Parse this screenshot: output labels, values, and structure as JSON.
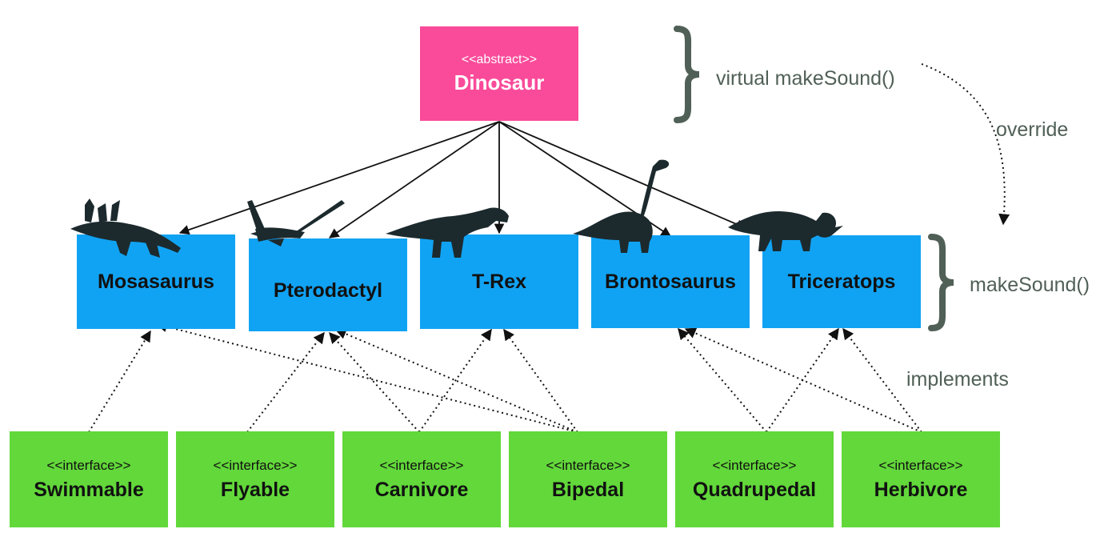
{
  "abstract_class": {
    "stereotype": "<<abstract>>",
    "name": "Dinosaur"
  },
  "classes": [
    "Mosasaurus",
    "Pterodactyl",
    "T-Rex",
    "Brontosaurus",
    "Triceratops"
  ],
  "interfaces": [
    {
      "stereotype": "<<interface>>",
      "name": "Swimmable"
    },
    {
      "stereotype": "<<interface>>",
      "name": "Flyable"
    },
    {
      "stereotype": "<<interface>>",
      "name": "Carnivore"
    },
    {
      "stereotype": "<<interface>>",
      "name": "Bipedal"
    },
    {
      "stereotype": "<<interface>>",
      "name": "Quadrupedal"
    },
    {
      "stereotype": "<<interface>>",
      "name": "Herbivore"
    }
  ],
  "annotations": {
    "virtual_method": "virtual makeSound()",
    "override": "override",
    "method": "makeSound()",
    "implements": "implements"
  },
  "colors": {
    "abstract": "#f94b9a",
    "class": "#11a3f3",
    "interface": "#62d83a",
    "annotation": "#506057",
    "silhouette": "#1c2a2e"
  },
  "icons": [
    "mosasaurus-icon",
    "pterodactyl-icon",
    "t-rex-icon",
    "brontosaurus-icon",
    "triceratops-icon"
  ]
}
